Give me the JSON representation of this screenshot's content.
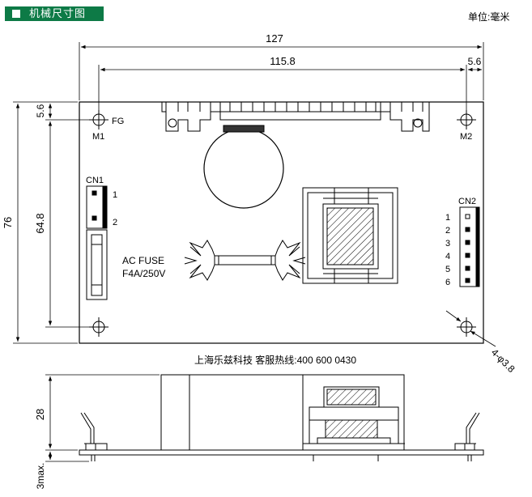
{
  "header": {
    "title": "机械尺寸图"
  },
  "unit_label": "单位:毫米",
  "dimensions": {
    "width_total": "127",
    "hole_spacing_h": "115.8",
    "hole_offset_h": "5.6",
    "height_total": "76",
    "hole_offset_v": "5.6",
    "hole_spacing_v": "64.8",
    "side_height": "28",
    "pin_height": "3max.",
    "hole_diameter": "4-φ3.8"
  },
  "labels": {
    "fg": "FG",
    "m1": "M1",
    "m2": "M2",
    "cn1": "CN1",
    "cn1_pins": [
      "1",
      "2"
    ],
    "cn2": "CN2",
    "cn2_pins": [
      "1",
      "2",
      "3",
      "4",
      "5",
      "6"
    ],
    "fuse_line1": "AC FUSE",
    "fuse_line2": "F4A/250V",
    "company": "上海乐兹科技 客服热线:400 600 0430"
  },
  "colors": {
    "header_bg": "#0d7a46",
    "line": "#000000",
    "dim": "#333333"
  }
}
